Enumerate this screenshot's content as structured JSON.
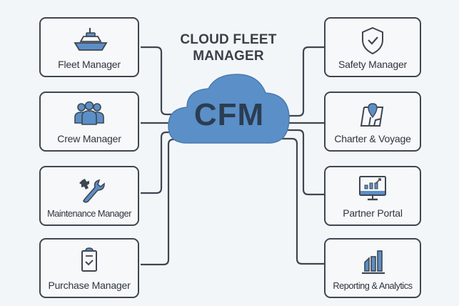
{
  "title": {
    "line1": "CLOUD FLEET",
    "line2": "MANAGER"
  },
  "hub": {
    "label": "CFM",
    "shape": "cloud-icon",
    "color": "#5b8fc7",
    "text_color": "#2b3d52"
  },
  "colors": {
    "accent": "#5b8fc7",
    "stroke": "#3f4650",
    "text": "#2f353d",
    "background": "#f3f6f9"
  },
  "modules": {
    "left": [
      {
        "label": "Fleet Manager",
        "icon": "ship-icon"
      },
      {
        "label": "Crew Manager",
        "icon": "crew-icon"
      },
      {
        "label": "Maintenance Manager",
        "icon": "wrench-gear-icon"
      },
      {
        "label": "Purchase Manager",
        "icon": "clipboard-check-icon"
      }
    ],
    "right": [
      {
        "label": "Safety Manager",
        "icon": "shield-check-icon"
      },
      {
        "label": "Charter & Voyage",
        "icon": "map-pin-icon"
      },
      {
        "label": "Partner Portal",
        "icon": "monitor-chart-icon"
      },
      {
        "label": "Reporting & Analytics",
        "icon": "bar-chart-icon"
      }
    ]
  }
}
